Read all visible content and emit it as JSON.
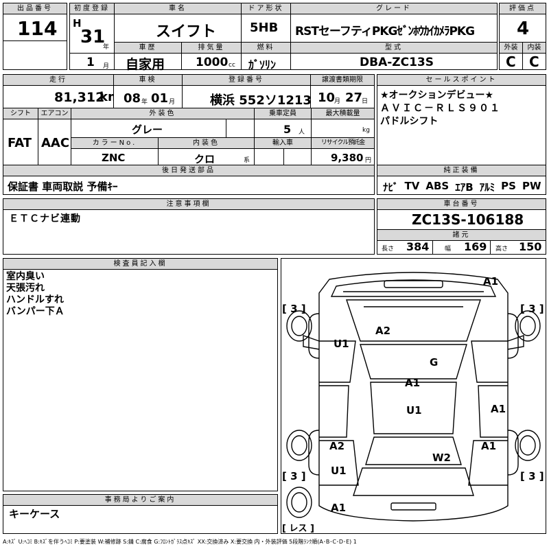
{
  "header": {
    "lot_label": "出品番号",
    "lot": "114",
    "first_reg_label": "初度登録",
    "era": "H",
    "year": "31",
    "year_unit": "年",
    "month": "1",
    "month_unit": "月",
    "car_name_label": "車名",
    "car_name": "スイフト",
    "door_label": "ドア形状",
    "door": "5HB",
    "grade_label": "グレード",
    "grade": "RSTセーフティPKGｾﾞﾝﾎｳｶｲｶﾒﾗPKG",
    "score_label": "評価点",
    "score": "4",
    "history_label": "車歴",
    "history": "自家用",
    "displacement_label": "排気量",
    "displacement": "1000",
    "cc": "cc",
    "fuel_label": "燃料",
    "fuel": "ｶﾞｿﾘﾝ",
    "model_label": "型式",
    "model": "DBA-ZC13S",
    "exterior_label": "外装",
    "exterior": "C",
    "interior_label": "内装",
    "interior": "C"
  },
  "row2": {
    "mileage_label": "走行",
    "mileage": "81,312",
    "km": "km",
    "inspection_label": "車検",
    "insp_year": "08",
    "insp_month": "01",
    "year_unit": "年",
    "month_unit": "月",
    "reg_no_label": "登録番号",
    "reg_no": "横浜 552ソ1213",
    "doc_label": "譲渡書類期限",
    "doc_month": "10",
    "doc_day": "27",
    "day_unit": "日",
    "shift_label": "シフト",
    "shift": "FAT",
    "aircon_label": "エアコン",
    "aircon": "AAC",
    "ext_color_label": "外装色",
    "ext_color": "グレー",
    "capacity_label": "乗車定員",
    "capacity": "5",
    "person_unit": "人",
    "load_label": "最大積載量",
    "load_unit": "kg",
    "color_no_label": "カラーNo.",
    "color_no": "ZNC",
    "int_color_label": "内装色",
    "int_color": "クロ",
    "int_color_suffix": "系",
    "import_label": "輸入車",
    "recycle_label": "リサイクル預託金",
    "recycle": "9,380",
    "yen": "円",
    "later_parts_label": "後日発送部品",
    "later_parts": "保証書 車両取説 予備ｷｰ"
  },
  "sales": {
    "label": "セールスポイント",
    "lines": [
      "★オークションデビュー★",
      "ＡＶＩＣ－ＲＬＳ９０１",
      "パドルシフト"
    ]
  },
  "equipment": {
    "label": "純正装備",
    "items": [
      "ﾅﾋﾞ",
      "TV",
      "ABS",
      "ｴｱB",
      "ｱﾙﾐ",
      "PS",
      "PW"
    ]
  },
  "caution": {
    "label": "注意事項欄",
    "text": "ＥＴＣナビ連動"
  },
  "chassis": {
    "label": "車台番号",
    "number": "ZC13S-106188",
    "spec_label": "諸元",
    "length_label": "長さ",
    "length": "384",
    "width_label": "幅",
    "width": "169",
    "height_label": "高さ",
    "height": "150"
  },
  "inspector": {
    "label": "検査員記入欄",
    "lines": [
      "室内臭い",
      "天張汚れ",
      "ハンドルすれ",
      "バンパー下Ａ"
    ]
  },
  "office": {
    "label": "事務局よりご案内",
    "text": "キーケース"
  },
  "diagram": {
    "marks": [
      "A1",
      "A2",
      "U1",
      "G",
      "A1",
      "U1",
      "A1",
      "A2",
      "A1",
      "W2",
      "U1",
      "A1"
    ],
    "tires": [
      "[ 3 ]",
      "[ 3 ]",
      "[ 3 ]",
      "[ 3 ]",
      "[ レス ]"
    ]
  },
  "legend": "A:ｷｽﾞ U:ﾍｺﾐ B:ｷｽﾞを伴うﾍｺﾐ P:要塗装 W:補修跡 S:錆 C:腐食 G:ﾌﾛﾝﾄｶﾞﾗｽ点ｷｽﾞ XX:交換済み X:要交換 内・外装評価 5段階ﾗﾝｸ順(A･B･C･D･E) 1"
}
